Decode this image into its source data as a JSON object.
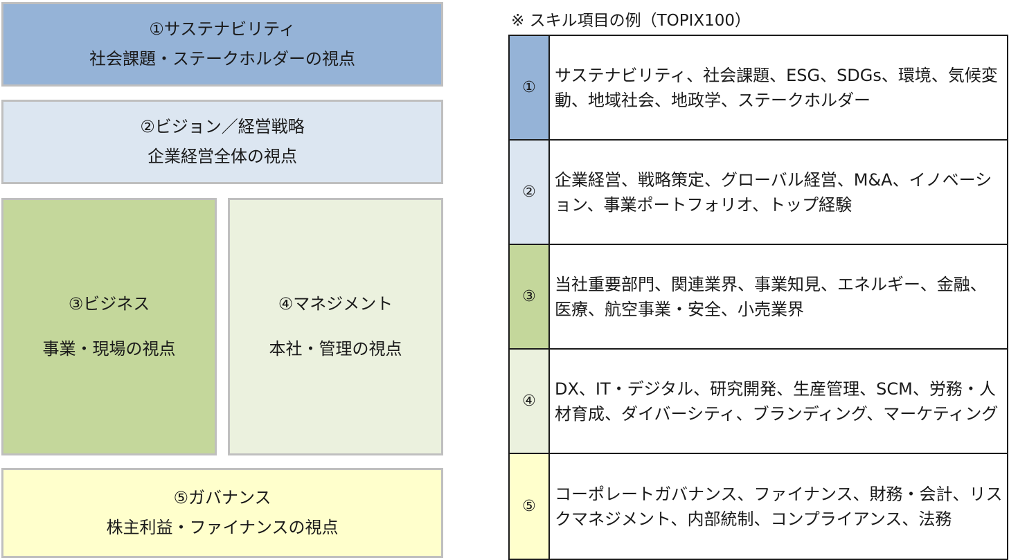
{
  "colors": {
    "sustainability": "#95b3d7",
    "vision": "#dce6f1",
    "business": "#c4d79b",
    "management": "#ebf1de",
    "governance": "#ffffcc",
    "box_border": "#bfbfbf",
    "table_border": "#1a1a1a"
  },
  "boxes": [
    {
      "id": "1",
      "title": "①サステナビリティ",
      "subtitle": "社会課題・ステークホルダーの視点"
    },
    {
      "id": "2",
      "title": "②ビジョン／経営戦略",
      "subtitle": "企業経営全体の視点"
    },
    {
      "id": "3",
      "title": "③ビジネス",
      "subtitle": "事業・現場の視点"
    },
    {
      "id": "4",
      "title": "④マネジメント",
      "subtitle": "本社・管理の視点"
    },
    {
      "id": "5",
      "title": "⑤ガバナンス",
      "subtitle": "株主利益・ファイナンスの視点"
    }
  ],
  "table": {
    "title": "※ スキル項目の例（TOPIX100）",
    "rows": [
      {
        "number": "①",
        "text": "サステナビリティ、社会課題、ESG、SDGs、環境、気候変動、地域社会、地政学、ステークホルダー"
      },
      {
        "number": "②",
        "text": "企業経営、戦略策定、グローバル経営、M&A、イノベーション、事業ポートフォリオ、トップ経験"
      },
      {
        "number": "③",
        "text": "当社重要部門、関連業界、事業知見、エネルギー、金融、医療、航空事業・安全、小売業界"
      },
      {
        "number": "④",
        "text": "DX、IT・デジタル、研究開発、生産管理、SCM、労務・人材育成、ダイバーシティ、ブランディング、マーケティング"
      },
      {
        "number": "⑤",
        "text": "コーポレートガバナンス、ファイナンス、財務・会計、リスクマネジメント、内部統制、コンプライアンス、法務"
      }
    ]
  }
}
